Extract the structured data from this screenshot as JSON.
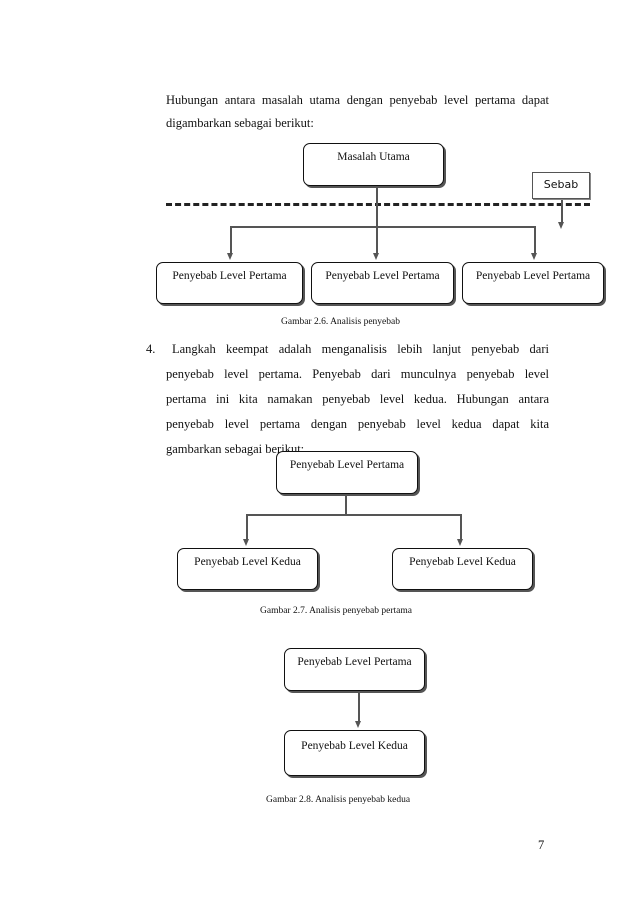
{
  "intro": {
    "line1": "Hubungan antara masalah utama dengan penyebab level pertama dapat",
    "line2": "digambarkan sebagai berikut:"
  },
  "figure1": {
    "top_box": "Masalah Utama",
    "legend_label": "Sebab",
    "bottom_boxes": [
      "Penyebab Level Pertama",
      "Penyebab Level Pertama",
      "Penyebab Level Pertama"
    ],
    "caption": "Gambar 2.6. Analisis penyebab"
  },
  "step4": {
    "number": "4.",
    "line1": "Langkah keempat adalah menganalisis lebih lanjut penyebab dari",
    "line2": "penyebab level pertama. Penyebab dari munculnya penyebab level",
    "line3": "pertama ini kita namakan penyebab level kedua. Hubungan antara",
    "line4": "penyebab level pertama dengan penyebab level kedua dapat kita",
    "line5": "gambarkan sebagai berikut:"
  },
  "figure2": {
    "top_box": "Penyebab Level Pertama",
    "bottom_boxes": [
      "Penyebab Level Kedua",
      "Penyebab Level Kedua"
    ],
    "caption": "Gambar 2.7.  Analisis penyebab pertama"
  },
  "figure3": {
    "top_box": "Penyebab Level Pertama",
    "bottom_box": "Penyebab Level Kedua",
    "caption": "Gambar 2.8. Analisis penyebab kedua"
  },
  "page_number": "7"
}
